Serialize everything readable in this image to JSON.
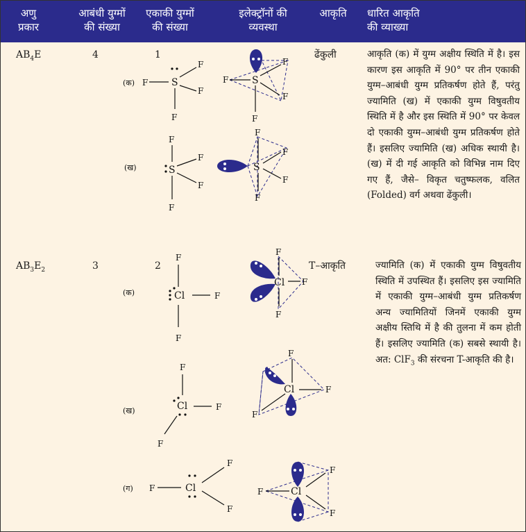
{
  "header": {
    "col1": "अणु\nप्रकार",
    "col2": "आबंधी युग्मों\nकी संख्या",
    "col3": "एकाकी युग्मों\nकी संख्या",
    "col4": "इलेक्ट्रॉनों की\nव्यवस्था",
    "col5": "आकृति",
    "col6": "धारित आकृति\nकी व्याख्या"
  },
  "rows": [
    {
      "type_base": "AB",
      "type_sub1": "4",
      "type_tail": "E",
      "bonding": "4",
      "lone": "1",
      "shape": "ढेंकुली",
      "explanation": "आकृति (क) में युग्म अक्षीय स्थिति में है। इस कारण इस आकृति में 90° पर तीन एकाकी युग्म–आबंधी युग्म प्रतिकर्षण होते हैं, परंतु ज्यामिति (ख) में एकाकी युग्म विषुवतीय स्थिति में है और इस स्थिति में 90° पर केवल दो एकाकी युग्म–आबंधी युग्म प्रतिकर्षण होते हैं। इसलिए ज्यामिति (ख) अधिक स्थायी है। (ख) में दी गई आकृति को विभिन्न नाम दिए गए हैं, जैसे– विकृत चतुष्फलक, वलित (Folded) वर्ग अथवा ढेंकुली।"
    },
    {
      "type_base": "AB",
      "type_sub1": "3",
      "type_tail": "E",
      "type_sub2": "2",
      "bonding": "3",
      "lone": "2",
      "shape": "T–आकृति",
      "explanation_a": "ज्यामिति (क) में एकाकी युग्म विषुवतीय स्थिति में उपस्थित हैं। इसलिए इस ज्यामिति में एकाकी युग्म–आबंधी युग्म प्रतिकर्षण अन्य ज्यामितियों जिनमें एकाकी युग्म अक्षीय स्तिथि में है की तुलना में कम होती हैं। इसलिए ज्यामिति (क) सबसे स्थायी है। अत: ClF",
      "explanation_sub": "3",
      "explanation_b": " की संरचना T-आकृति की है।"
    }
  ],
  "labels": {
    "ka": "(क)",
    "kha": "(ख)",
    "ga": "(ग)"
  },
  "atoms": {
    "S": "S",
    "F": "F",
    "Cl": "Cl"
  },
  "colors": {
    "header_bg": "#2b2b8c",
    "page_bg": "#fdf3e3",
    "lone_pair": "#2b2b8c"
  }
}
